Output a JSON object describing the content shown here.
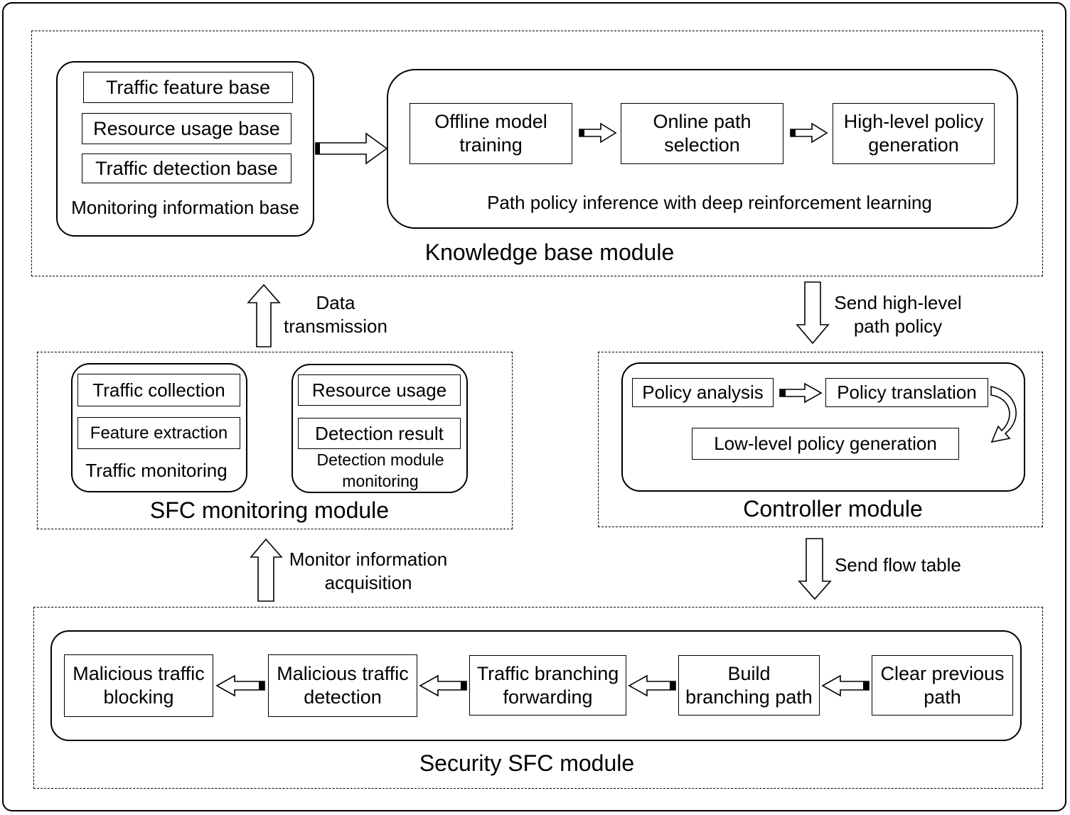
{
  "knowledge": {
    "title": "Knowledge base module",
    "monitor_base": {
      "items": [
        "Traffic feature base",
        "Resource usage base",
        "Traffic detection base"
      ],
      "caption": "Monitoring information base"
    },
    "path_policy": {
      "steps": [
        "Offline model\ntraining",
        "Online path\nselection",
        "High-level policy\ngeneration"
      ],
      "caption": "Path policy inference with deep reinforcement learning"
    }
  },
  "edges": {
    "data_transmission": "Data\ntransmission",
    "send_high_level": "Send high-level\npath policy",
    "monitor_acquisition": "Monitor information\nacquisition",
    "send_flow_table": "Send flow table"
  },
  "sfc_monitoring": {
    "title": "SFC monitoring module",
    "traffic": {
      "items": [
        "Traffic collection",
        "Feature extraction"
      ],
      "caption": "Traffic monitoring"
    },
    "detection": {
      "items": [
        "Resource usage",
        "Detection result"
      ],
      "caption": "Detection module\nmonitoring"
    }
  },
  "controller": {
    "title": "Controller module",
    "policy_analysis": "Policy analysis",
    "policy_translation": "Policy translation",
    "low_level": "Low-level policy generation"
  },
  "security": {
    "title": "Security SFC module",
    "steps": [
      "Malicious traffic\nblocking",
      "Malicious traffic\ndetection",
      "Traffic branching\nforwarding",
      "Build\nbranching path",
      "Clear previous\npath"
    ]
  }
}
